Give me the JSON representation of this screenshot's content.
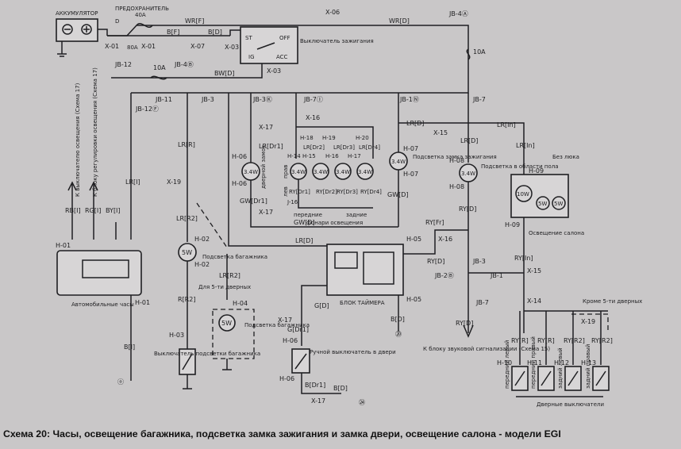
{
  "caption": "Схема 20: Часы, освещение багажника, подсветка замка зажигания и замка двери, освещение салона  - модели EGI",
  "battery": {
    "label": "АККУМУЛЯТОР"
  },
  "fuse_main": {
    "label": "ПРЕДОХРАНИТЕЛЬ",
    "rating": "40A",
    "rating2": "80A",
    "mark": "D"
  },
  "ignition": {
    "label": "Выключатель зажигания",
    "pos_st": "ST",
    "pos_off": "OFF",
    "pos_ig": "IG",
    "pos_acc": "ACC"
  },
  "connectors": {
    "x01a": "X-01",
    "x01b": "X-01",
    "x07": "X-07",
    "x03a": "X-03",
    "x03b": "X-03",
    "x06": "X-06",
    "jb4a": "JB-4Ⓐ",
    "jb12": "JB-12",
    "jb4b": "JB-4Ⓑ",
    "fuse10a": "10A",
    "fuse10b": "10A",
    "jb7": "JB-7",
    "jb11": "JB-11",
    "jb3": "JB-3",
    "jb3k": "JB-3Ⓚ",
    "jb7i": "JB-7Ⓘ",
    "jb1": "JB-1Ⓝ",
    "jb12f": "JB-12Ⓕ",
    "x17a": "X-17",
    "x16": "X-16",
    "x15": "X-15",
    "x19": "X-19",
    "h02": "H-02",
    "h02b": "H-02",
    "h03": "H-03",
    "h04": "H-04",
    "h05": "H-05",
    "h05b": "H-05",
    "h06": "H-06",
    "h06b": "H-06",
    "h07": "H-07",
    "h07b": "H-07",
    "h08": "H-08",
    "h08b": "H-08",
    "h09": "H-09",
    "h09b": "H-09",
    "h01": "H-01",
    "h01b": "H-01",
    "h14": "H-14",
    "h15": "H-15",
    "h18": "H-18",
    "h19": "H-19",
    "h20": "H-20",
    "h16": "H-16",
    "h17": "H-17",
    "j16": "J-16",
    "x17b": "X-17",
    "x16b": "X-16",
    "x17c": "X-17",
    "x17d": "X-17",
    "x15b": "X-15",
    "x14": "X-14",
    "jb3b": "JB-3",
    "jb2": "JB-2Ⓑ",
    "jb1b": "JB-1",
    "jb7b": "JB-7",
    "h10": "H-10",
    "h11": "H-11",
    "h12": "H-12",
    "h13": "H-13",
    "x19b": "X-19"
  },
  "wires": {
    "wrf": "WR[F]",
    "wrd": "WR[D]",
    "bf": "B[F]",
    "bd": "B[D]",
    "bwd": "BW[D]",
    "lrr": "LR[R]",
    "lrd": "LR[D]",
    "lri": "LR[I]",
    "lrin": "LR[In]",
    "lrdr1": "LR[Dr1]",
    "lrr2": "LR[R2]",
    "gwd": "GW[D]",
    "gwdr1": "GW[Dr1]",
    "rbi": "RB[I]",
    "rgi": "RG[I]",
    "byi": "BY[I]",
    "ryd": "RY[D]",
    "ryfr": "RY[Fr]",
    "ryin": "RY[In]",
    "bi": "B[I]",
    "rr2": "R[R2]",
    "gd": "G[D]",
    "gdr1": "G[Dr1]",
    "bdr1": "B[Dr1]",
    "bd2": "B[D]",
    "ryr": "RY[R]",
    "ryr2": "RY[R2]",
    "lrdr2": "LR[Dr2]",
    "lrdr3": "LR[Dr3]",
    "lrdr4": "LR[Dr4]",
    "rydr1": "RY[Dr1]",
    "rydr2": "RY[Dr2]",
    "rydr3": "RY[Dr3]",
    "rydr4": "RY[Dr4]",
    "bd3": "B[D]"
  },
  "labels": {
    "to_switch": "К выключателю освещения (Схема 17)",
    "to_dimmer": "К блоку регулировки освещения (Схема 17)",
    "clock": "Автомобильные часы",
    "trunk_light": "Подсветка багажника",
    "trunk_switch": "Выключатель подсветки багажника",
    "five_door": "Для 5-ти дверных",
    "trunk_light2": "Подсветка багажника",
    "door_lock": "дверной замок",
    "front": "передние",
    "rear": "задние",
    "lamps": "фонари освещения",
    "right": "прав",
    "left": "лев",
    "timer": "БЛОК ТАЙМЕРА",
    "door_switch": "Ручной выключатель в двери",
    "ign_lock_light": "Подсветка замка зажигания",
    "floor_light": "Подсветка в области пола",
    "no_sunroof": "Без люка",
    "cabin_light": "Освещение салона",
    "sound_unit": "К блоку звуковой сигнализации (Схема 15)",
    "except_5": "Кроме 5-ти дверных",
    "door_switches": "Дверные выключатели",
    "front_l": "передний левый",
    "front_r": "передний правый",
    "rear_l": "задний левый",
    "rear_r": "задний правый",
    "bulb_5w": "5W",
    "bulb_34": "3.4W",
    "bulb_10w": "10W"
  },
  "ground_marks": {
    "g1": "ⓞ",
    "g2": "⑳",
    "g3": "㉔",
    "g4": "ⓞ"
  }
}
